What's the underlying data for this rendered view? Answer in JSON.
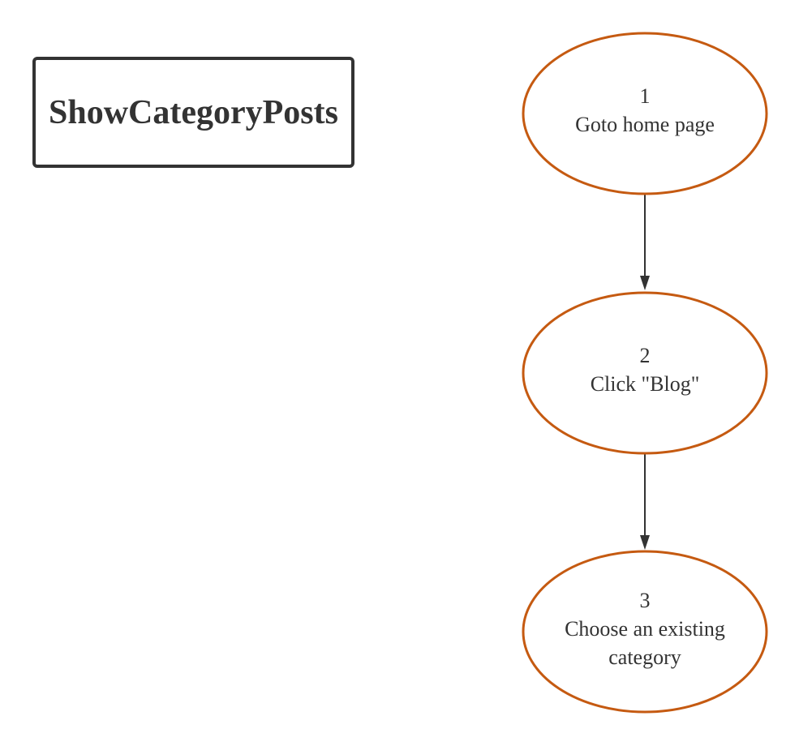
{
  "title": "ShowCategoryPosts",
  "colors": {
    "node_stroke": "#c55a11",
    "text": "#333333",
    "edge": "#333333"
  },
  "nodes": [
    {
      "number": "1",
      "label_lines": [
        "Goto home page"
      ]
    },
    {
      "number": "2",
      "label_lines": [
        "Click \"Blog\""
      ]
    },
    {
      "number": "3",
      "label_lines": [
        "Choose an existing",
        "category"
      ]
    }
  ]
}
